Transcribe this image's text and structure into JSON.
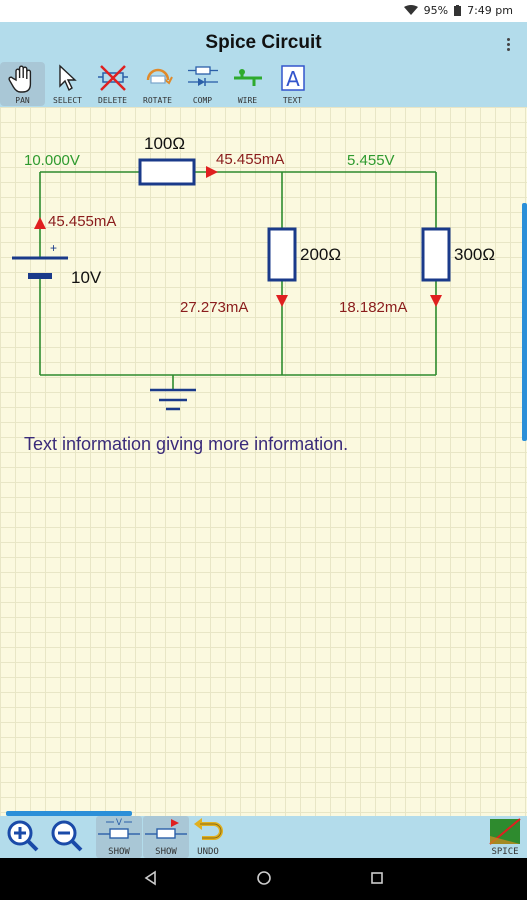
{
  "status": {
    "battery": "95%",
    "time": "7:49 pm"
  },
  "app": {
    "title": "Spice Circuit"
  },
  "toolbar": {
    "tools": [
      {
        "label": "PAN",
        "icon": "hand-icon"
      },
      {
        "label": "SELECT",
        "icon": "cursor-icon"
      },
      {
        "label": "DELETE",
        "icon": "delete-icon"
      },
      {
        "label": "ROTATE",
        "icon": "rotate-icon"
      },
      {
        "label": "COMP",
        "icon": "component-icon"
      },
      {
        "label": "WIRE",
        "icon": "wire-icon"
      },
      {
        "label": "TEXT",
        "icon": "text-icon"
      }
    ]
  },
  "circuit": {
    "node_voltage_left": "10.000V",
    "node_voltage_right": "5.455V",
    "r1_label": "100Ω",
    "r2_label": "200Ω",
    "r3_label": "300Ω",
    "source_label": "10V",
    "source_plus": "+",
    "current_r1": "45.455mA",
    "current_source": "45.455mA",
    "current_r2": "27.273mA",
    "current_r3": "18.182mA"
  },
  "info_text": "Text information giving more information.",
  "bottom": {
    "show_voltage_label": "SHOW",
    "show_current_label": "SHOW",
    "undo_label": "UNDO",
    "spice_label": "SPICE"
  },
  "colors": {
    "bar": "#b3dceb",
    "canvas": "#fbf9df",
    "wire": "#2e8b2e",
    "voltage": "#2e9a2e",
    "current": "#8a1c1c",
    "arrow": "#e02020",
    "text": "#3a2b7a"
  }
}
